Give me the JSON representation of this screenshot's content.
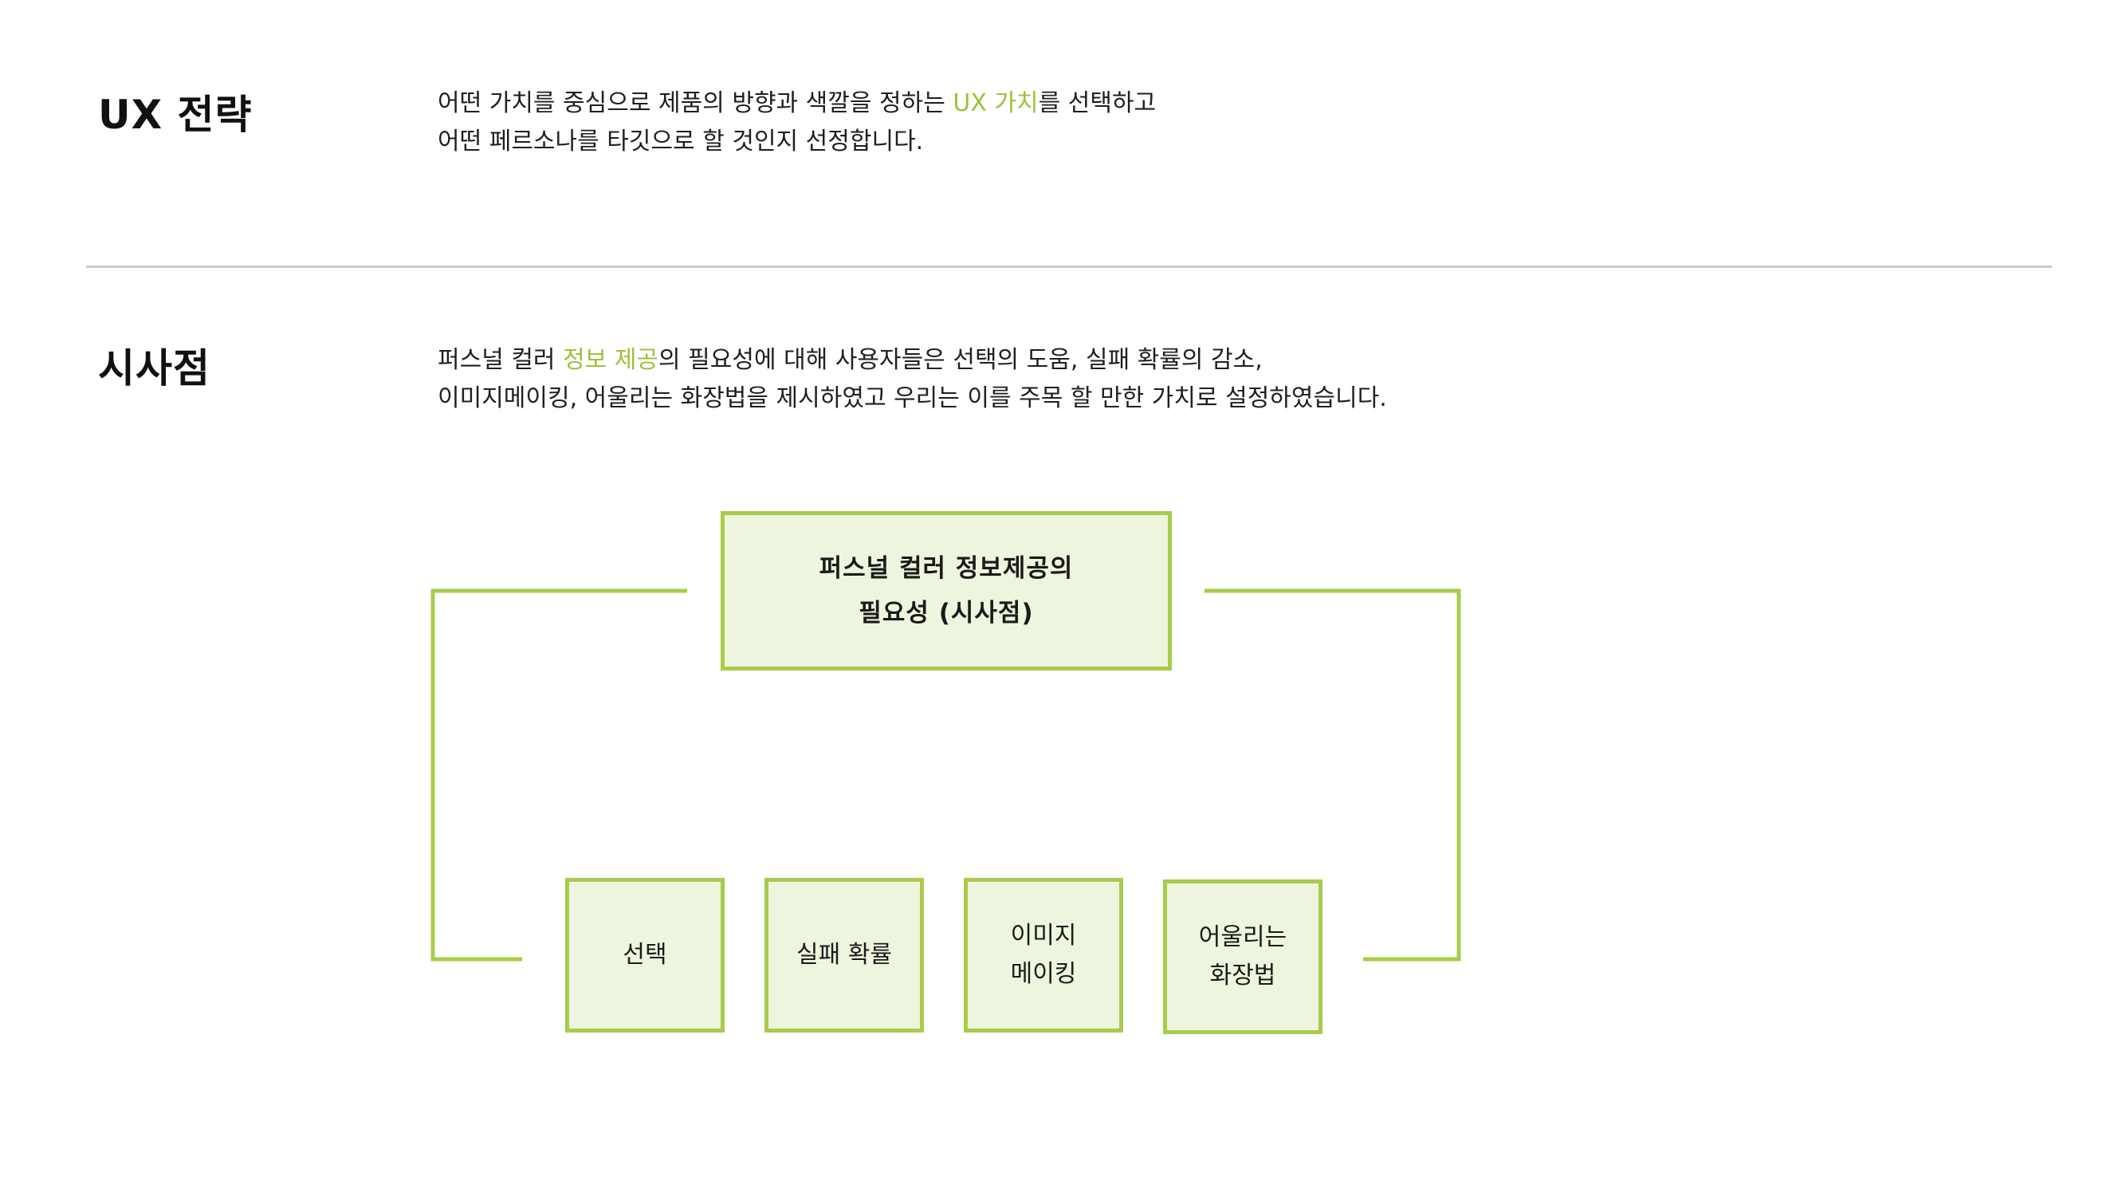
{
  "section1": {
    "title": "UX 전략",
    "line1": {
      "pre": "어떤 가치를 중심으로 제품의 방향과 색깔을 정하는 ",
      "highlight": "UX 가치",
      "post": "를 선택하고"
    },
    "line2": "어떤 페르소나를 타깃으로 할 것인지 선정합니다."
  },
  "section2": {
    "title": "시사점",
    "line1": {
      "pre": "퍼스널 컬러 ",
      "highlight": "정보 제공",
      "post": "의 필요성에 대해 사용자들은 선택의 도움, 실패 확률의 감소,"
    },
    "line2": "이미지메이킹, 어울리는 화장법을 제시하였고 우리는 이를 주목 할 만한 가치로 설정하였습니다."
  },
  "diagram": {
    "main": {
      "line1": "퍼스널 컬러 정보제공의",
      "line2": "필요성 (시사점)"
    },
    "items": [
      {
        "lines": [
          "선택"
        ]
      },
      {
        "lines": [
          "실패 확률"
        ]
      },
      {
        "lines": [
          "이미지",
          "메이킹"
        ]
      },
      {
        "lines": [
          "어울리는",
          "화장법"
        ]
      }
    ]
  },
  "colors": {
    "accent": "#9dc23b",
    "box_border": "#a9cb4c",
    "box_fill": "#eef5de",
    "divider": "#c9c9c9"
  }
}
